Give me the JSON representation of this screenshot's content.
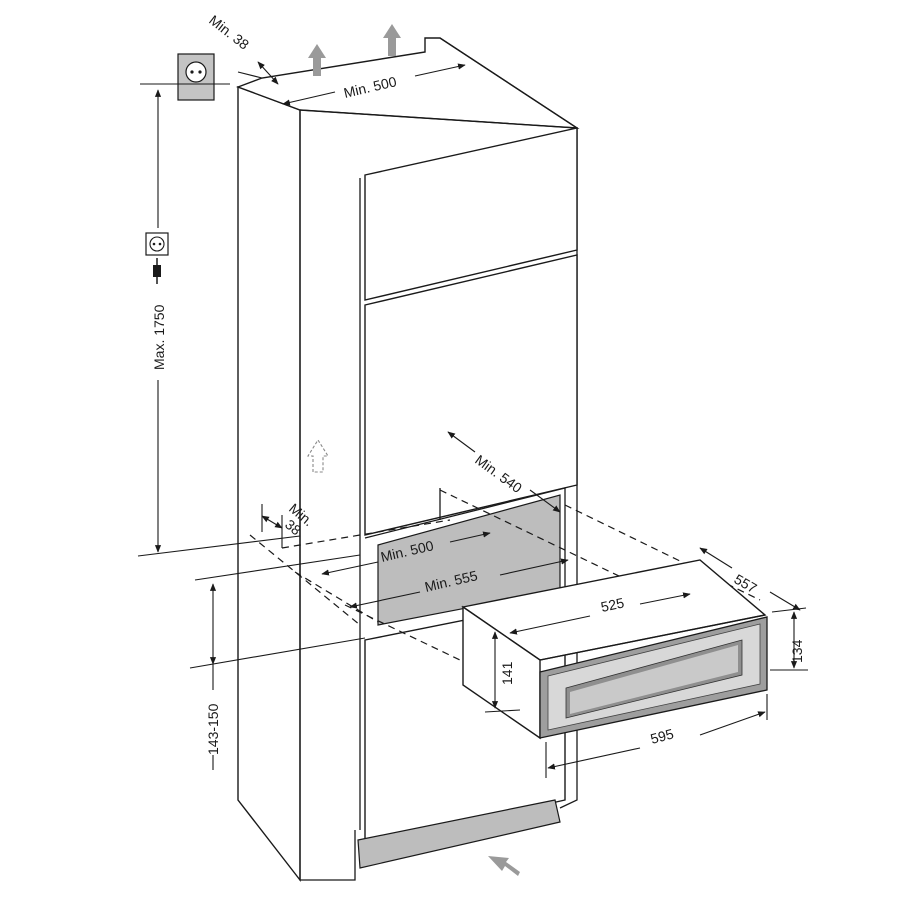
{
  "dimensions": {
    "top_depth_min": "Min. 38",
    "top_width_min": "Min. 500",
    "max_height": "Max. 1750",
    "niche_depth_min": "Min. 540",
    "niche_side_min": "Min.\n38",
    "niche_width_min": "Min. 500",
    "niche_outer_min": "Min. 555",
    "drawer_depth": "557",
    "drawer_body_width": "525",
    "drawer_front_height": "134",
    "drawer_body_height": "141",
    "drawer_front_width": "595",
    "niche_bottom_height": "143-150"
  },
  "icons": {
    "socket_wall": "power-socket-icon",
    "socket_plug": "socket-with-plug-icon",
    "airflow_up": "airflow-up-arrow-icon",
    "airflow_inlet": "airflow-inlet-arrow-icon"
  },
  "colors": {
    "line": "#1a1a1a",
    "gray": "#bdbdbd",
    "arrow_gray": "#9a9a9a"
  }
}
